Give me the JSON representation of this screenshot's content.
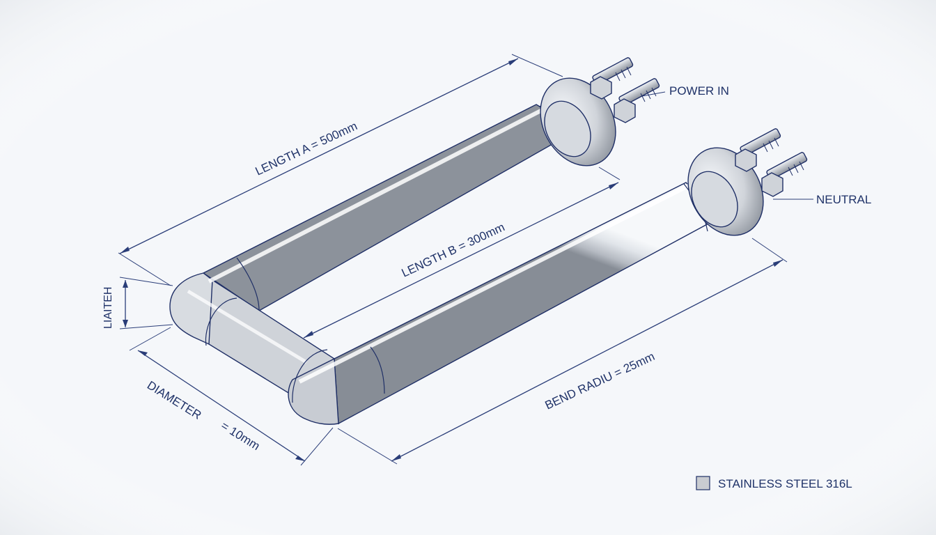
{
  "dimensions": {
    "length_a": "LENGTH A = 500mm",
    "length_b": "LENGTH B = 300mm",
    "bend_radius": "BEND RADIU = 25mm",
    "diameter_word": "DIAMETER",
    "diameter_value": "= 10mm",
    "height_label": "LIAITEH"
  },
  "callouts": {
    "power_in": "POWER IN",
    "neutral": "NEUTRAL"
  },
  "legend": {
    "material": "STAINLESS STEEL 316L",
    "swatch_color": "#c9ccd1"
  },
  "colors": {
    "ink": "#1f3268",
    "steel_light": "#eef1f5",
    "steel_mid": "#c4c9d0",
    "steel_dark": "#8a909a"
  }
}
